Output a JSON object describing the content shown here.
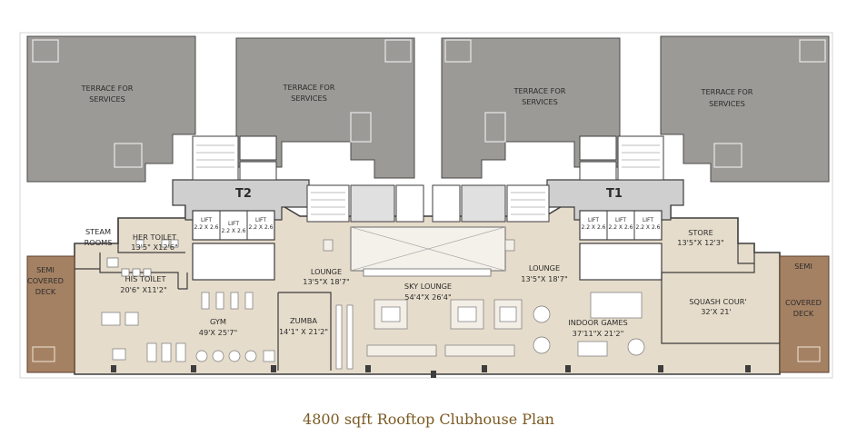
{
  "caption": "4800 sqft Rooftop Clubhouse Plan",
  "colors": {
    "terrace": "#9c9a96",
    "floor": "#e6dccb",
    "core": "#cfcfcf",
    "deck": "#a58163",
    "wall": "#3d3d3d",
    "caption": "#7a5a22"
  },
  "terraces": [
    {
      "line1": "TERRACE FOR",
      "line2": "SERVICES"
    },
    {
      "line1": "TERRACE FOR",
      "line2": "SERVICES"
    },
    {
      "line1": "TERRACE FOR",
      "line2": "SERVICES"
    },
    {
      "line1": "TERRACE FOR",
      "line2": "SERVICES"
    }
  ],
  "towers": {
    "t2": "T2",
    "t1": "T1"
  },
  "lifts": {
    "label": "LIFT",
    "size": "2.2 X 2.6"
  },
  "rooms": {
    "steam": {
      "line1": "STEAM",
      "line2": "ROOMS"
    },
    "her_toilet": {
      "name": "HER TOILET",
      "dim": "13'5\" X12'6\""
    },
    "his_toilet": {
      "name": "HIS TOILET",
      "dim": "20'6\" X11'2\""
    },
    "gym": {
      "name": "GYM",
      "dim": "49'X 25'7\""
    },
    "zumba": {
      "name": "ZUMBA",
      "dim": "14'1\" X 21'2\""
    },
    "lounge_left": {
      "name": "LOUNGE",
      "dim": "13'5\"X 18'7\""
    },
    "sky_lounge": {
      "name": "SKY LOUNGE",
      "dim": "54'4\"X 26'4\""
    },
    "lounge_right": {
      "name": "LOUNGE",
      "dim": "13'5\"X 18'7\""
    },
    "store": {
      "name": "STORE",
      "dim": "13'5\"X 12'3\""
    },
    "indoor_games": {
      "name": "INDOOR GAMES",
      "dim": "37'11\"X 21'2\""
    },
    "squash": {
      "name": "SQUASH COUR'",
      "dim": "32'X 21'"
    },
    "deck_left": {
      "line1": "SEMI",
      "line2": "COVERED",
      "line3": "DECK"
    },
    "deck_right": {
      "line1": "SEMI",
      "line2": "COVERED",
      "line3": "DECK"
    }
  }
}
